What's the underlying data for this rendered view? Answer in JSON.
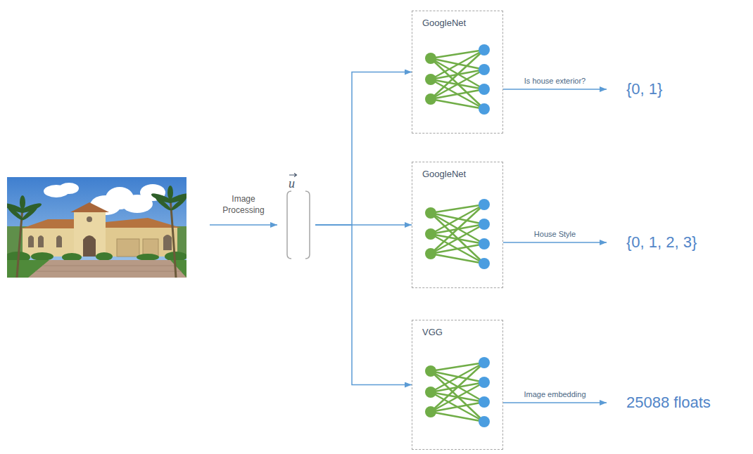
{
  "diagram": {
    "nodes": [
      {
        "text": [
          "u"
        ]
      },
      {
        "text": [
          "GoogleNet"
        ]
      },
      {
        "text": [
          "{0, 1}"
        ]
      },
      {
        "text": [
          "GoogleNet"
        ]
      },
      {
        "text": [
          "{0, 1, 2, 3}"
        ]
      },
      {
        "text": [
          "VGG"
        ]
      },
      {
        "text": [
          "25088 floats"
        ]
      }
    ],
    "edges": [
      {
        "from": 0,
        "to": 1,
        "arrow": "to"
      },
      {
        "from": 0,
        "to": 3,
        "arrow": "to"
      },
      {
        "from": 0,
        "to": 5,
        "arrow": "to"
      },
      {
        "from": 1,
        "to": 2,
        "label": "Is house exterior?",
        "arrow": "to"
      },
      {
        "from": 3,
        "to": 4,
        "label": "House Style",
        "arrow": "to"
      },
      {
        "from": 5,
        "to": 6,
        "label": "Image embedding",
        "arrow": "to"
      }
    ],
    "labels": [
      "Image Processing"
    ]
  }
}
